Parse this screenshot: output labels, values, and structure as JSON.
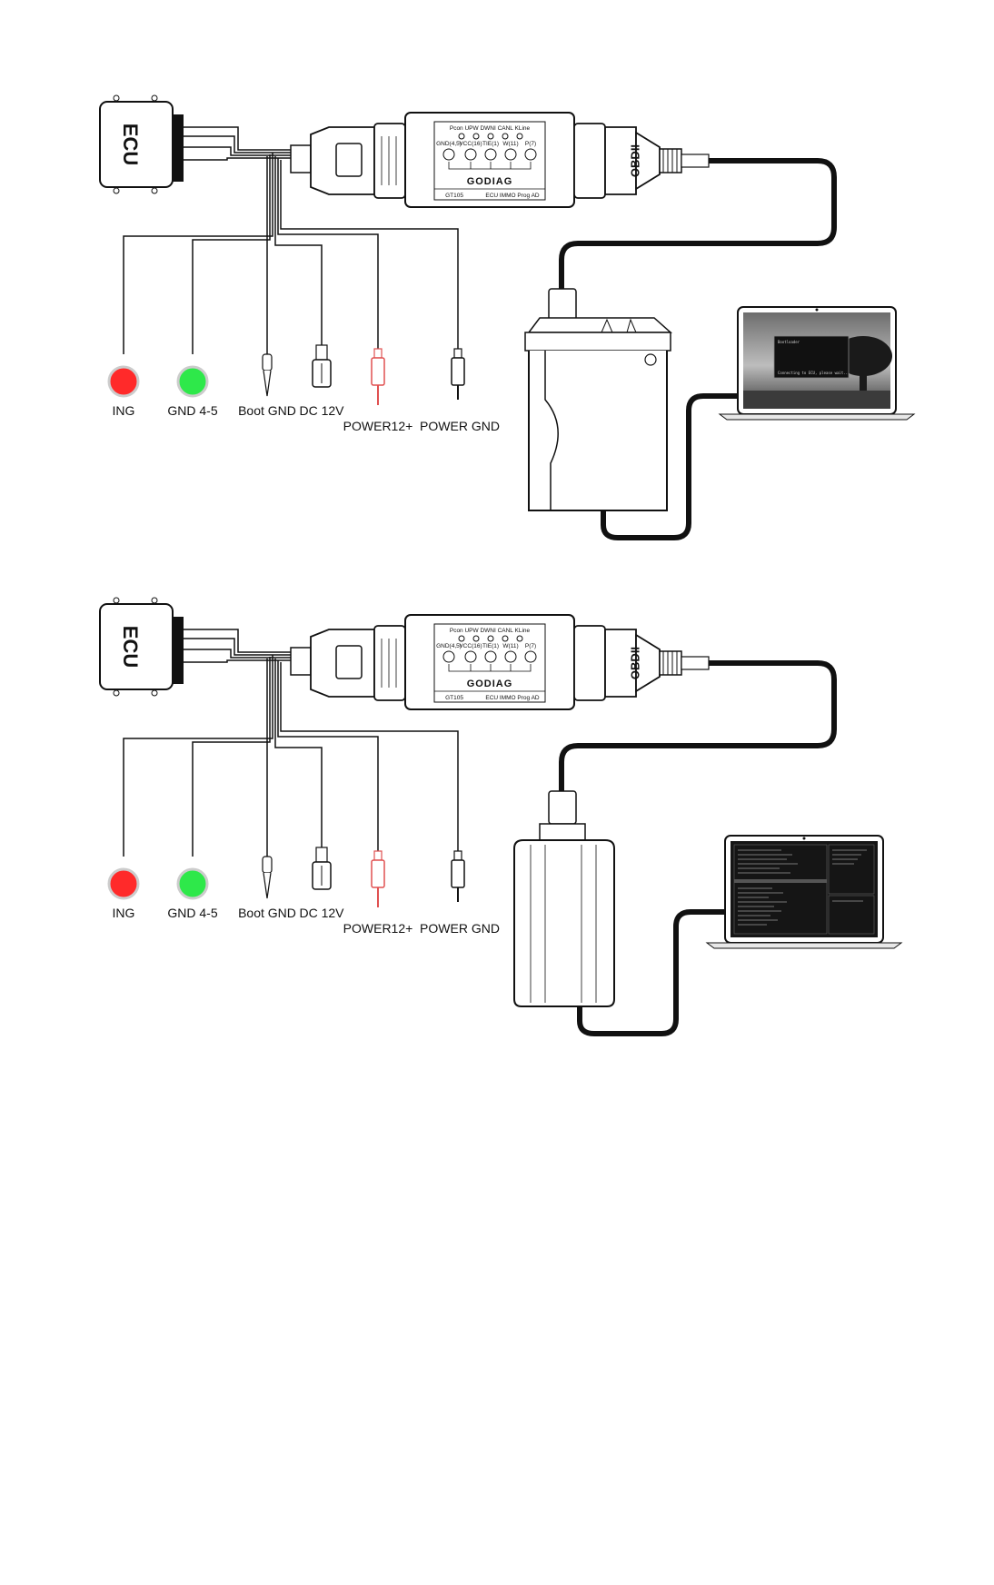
{
  "colors": {
    "ing": "#ff2a2a",
    "gnd": "#2ee84a",
    "power12": "#e05050",
    "wire": "#111111"
  },
  "panels": [
    {
      "id": "top",
      "ecu_label": "ECU",
      "obd_label": "OBDII",
      "adapter": {
        "pins_top": "Pcon UPW DWNI CANL KLine",
        "pins_mid": [
          "GND(4,5)",
          "VCC(16)",
          "TIE(1)",
          "W(11)",
          "P(7)"
        ],
        "brand": "GODIAG",
        "model_left": "GT105",
        "model_right": "ECU IMMO Prog AD"
      },
      "connectors": [
        {
          "name": "ing",
          "label": "ING"
        },
        {
          "name": "gnd45",
          "label": "GND 4-5"
        },
        {
          "name": "boot-gnd",
          "label": "Boot GND"
        },
        {
          "name": "dc12v",
          "label": "DC 12V"
        },
        {
          "name": "power12",
          "label": "POWER12+"
        },
        {
          "name": "power-gnd",
          "label": "POWER GND"
        }
      ],
      "laptop_screen": [
        "Bootloader",
        "Connecting to ECU, please wait..."
      ]
    },
    {
      "id": "bottom",
      "ecu_label": "ECU",
      "obd_label": "OBDII",
      "adapter": {
        "pins_top": "Pcon UPW DWNI CANL KLine",
        "pins_mid": [
          "GND(4,5)",
          "VCC(16)",
          "TIE(1)",
          "W(11)",
          "P(7)"
        ],
        "brand": "GODIAG",
        "model_left": "GT105",
        "model_right": "ECU IMMO Prog AD"
      },
      "connectors": [
        {
          "name": "ing",
          "label": "ING"
        },
        {
          "name": "gnd45",
          "label": "GND 4-5"
        },
        {
          "name": "boot-gnd",
          "label": "Boot GND"
        },
        {
          "name": "dc12v",
          "label": "DC 12V"
        },
        {
          "name": "power12",
          "label": "POWER12+"
        },
        {
          "name": "power-gnd",
          "label": "POWER GND"
        }
      ],
      "laptop_screen": []
    }
  ]
}
